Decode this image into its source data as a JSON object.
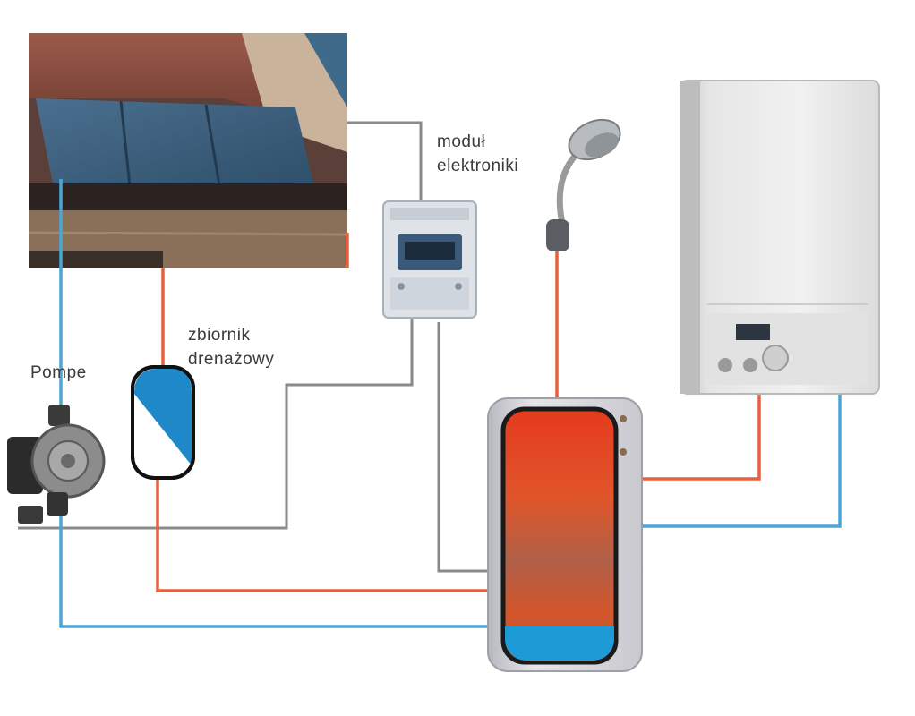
{
  "diagram": {
    "labels": {
      "pump": "Pompe",
      "vessel_line1": "zbiornik",
      "vessel_line2": "drenażowy",
      "module_line1": "moduł",
      "module_line2": "elektroniki"
    },
    "colors": {
      "hot_pipe": "#e8603c",
      "cold_pipe": "#4aa6d6",
      "signal_wire": "#8a8a8a",
      "tank_hot": "#e33a1c",
      "tank_cold": "#1e9ad6",
      "vessel_blue": "#1e88c8"
    }
  }
}
